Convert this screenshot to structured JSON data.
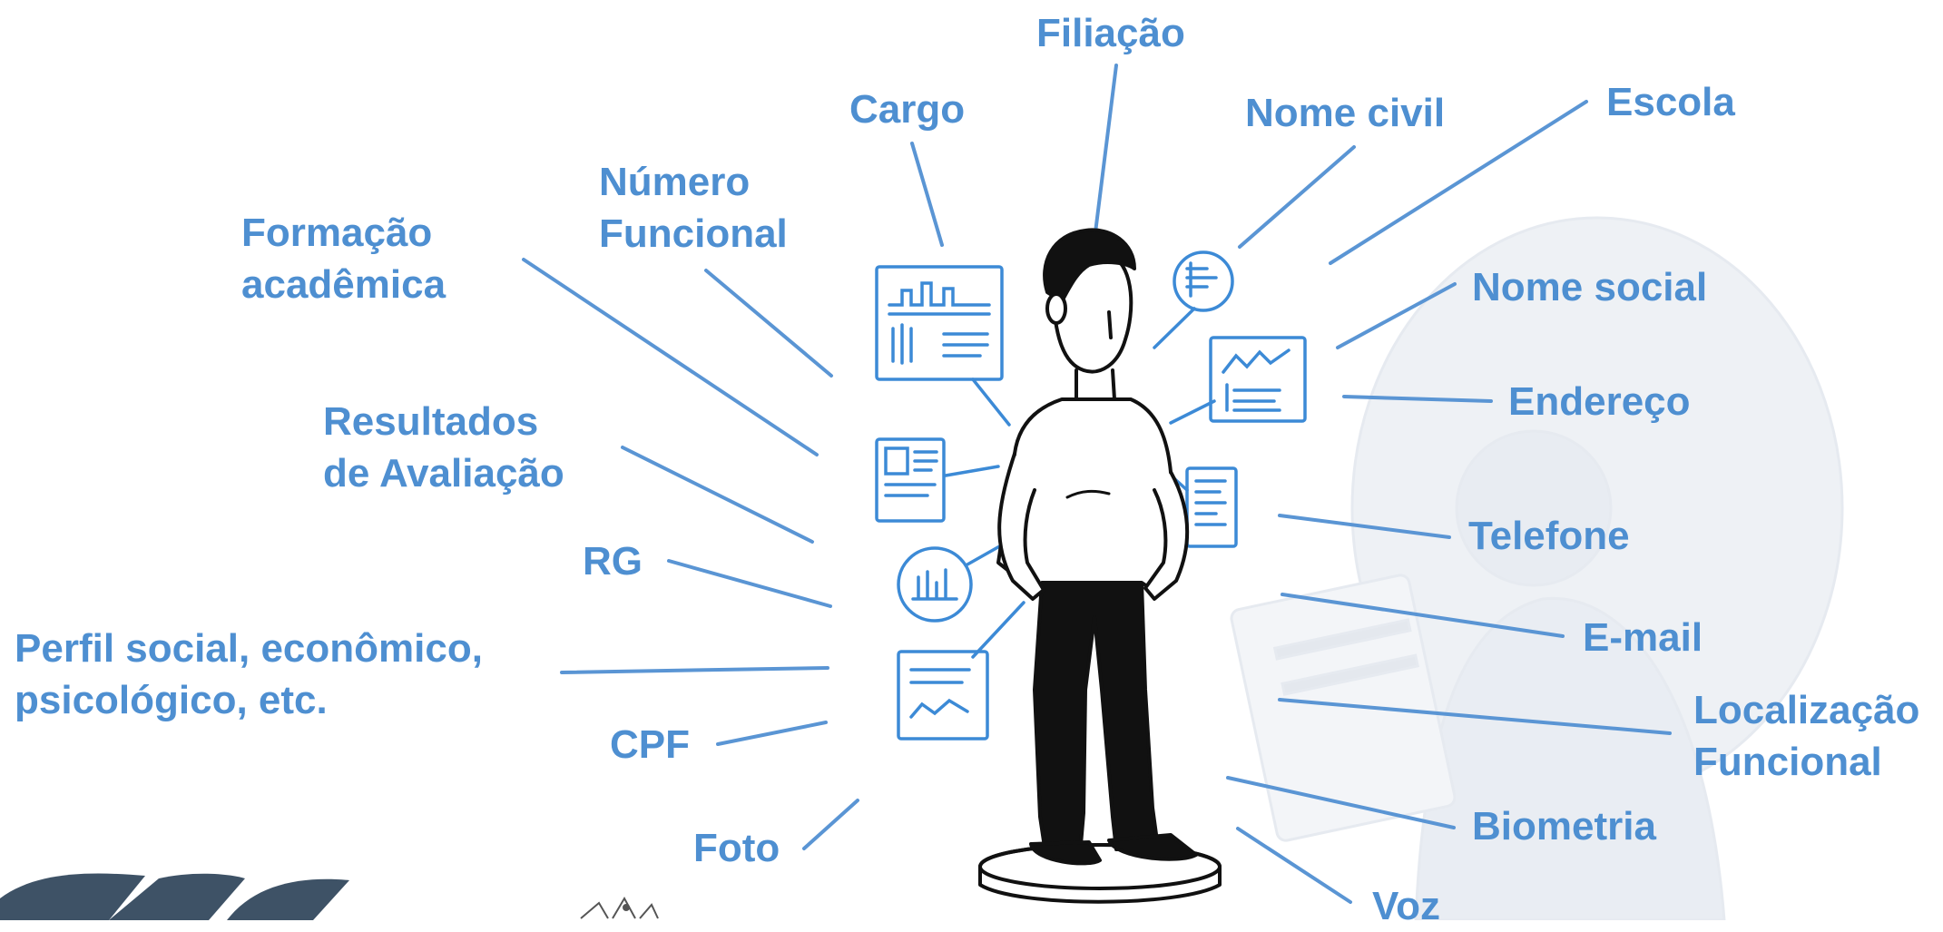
{
  "colors": {
    "label": "#4e8fd1",
    "connector": "#5a95d4",
    "figure_ink": "#111111",
    "doc_icon": "#3c8ad6",
    "brand_dark": "#3e5266",
    "watermark": "#eef1f5"
  },
  "labels": {
    "filiacao": "Filiação",
    "cargo": "Cargo",
    "nome_civil": "Nome civil",
    "escola": "Escola",
    "numero_funcional": [
      "Número",
      "Funcional"
    ],
    "formacao_academica": [
      "Formação",
      "acadêmica"
    ],
    "nome_social": "Nome social",
    "endereco": "Endereço",
    "resultados_avaliacao": [
      "Resultados",
      "de Avaliação"
    ],
    "telefone": "Telefone",
    "rg": "RG",
    "email": "E-mail",
    "perfil": [
      "Perfil social, econômico,",
      "psicológico, etc."
    ],
    "localizacao_funcional": [
      "Localização",
      "Funcional"
    ],
    "cpf": "CPF",
    "biometria": "Biometria",
    "foto": "Foto",
    "voz": "Voz"
  },
  "icons": {
    "person": "person-illustration",
    "documents": "document-icon",
    "brand": "brand-logo-icon",
    "emblem": "emblem-icon",
    "watermark": "watermark-icon"
  }
}
